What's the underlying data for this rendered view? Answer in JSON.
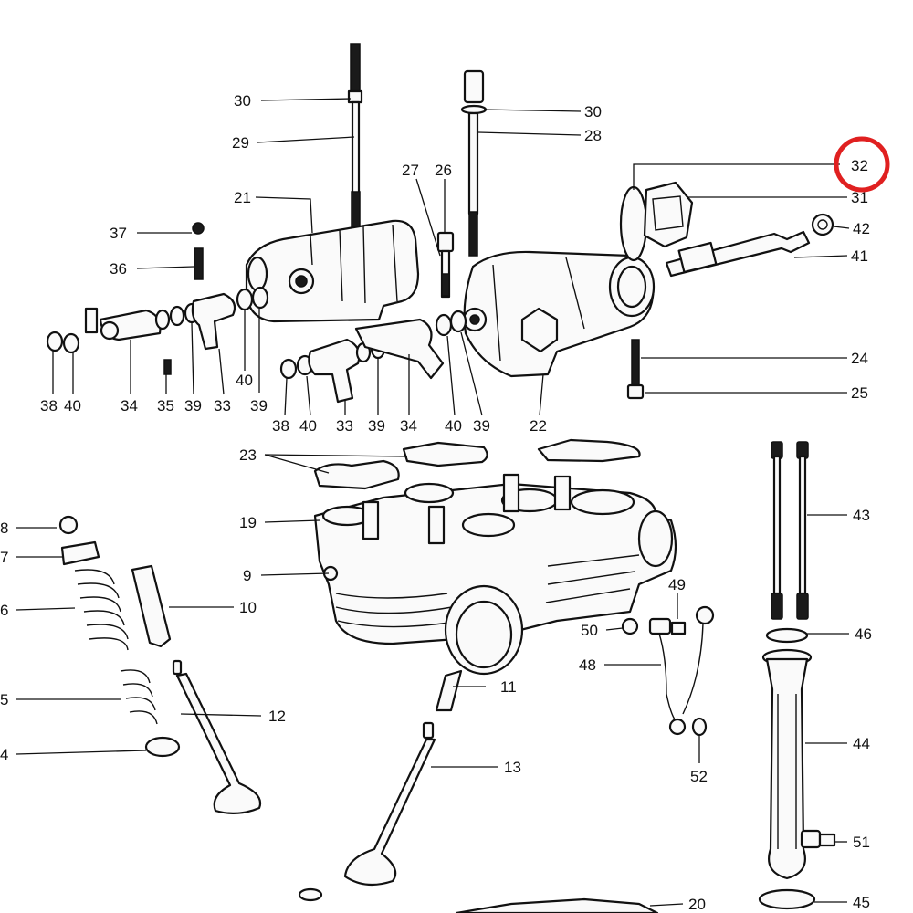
{
  "diagram": {
    "highlight": {
      "label": "32",
      "color": "#e02020"
    },
    "callouts": [
      "30",
      "29",
      "21",
      "37",
      "36",
      "38",
      "40",
      "34",
      "35",
      "39",
      "33",
      "40",
      "39",
      "27",
      "26",
      "30",
      "28",
      "38",
      "40",
      "33",
      "39",
      "34",
      "40",
      "39",
      "22",
      "32",
      "31",
      "42",
      "41",
      "24",
      "25",
      "23",
      "19",
      "9",
      "10",
      "8",
      "7",
      "6",
      "5",
      "4",
      "11",
      "12",
      "13",
      "50",
      "49",
      "48",
      "52",
      "43",
      "46",
      "44",
      "51",
      "45",
      "20"
    ]
  }
}
